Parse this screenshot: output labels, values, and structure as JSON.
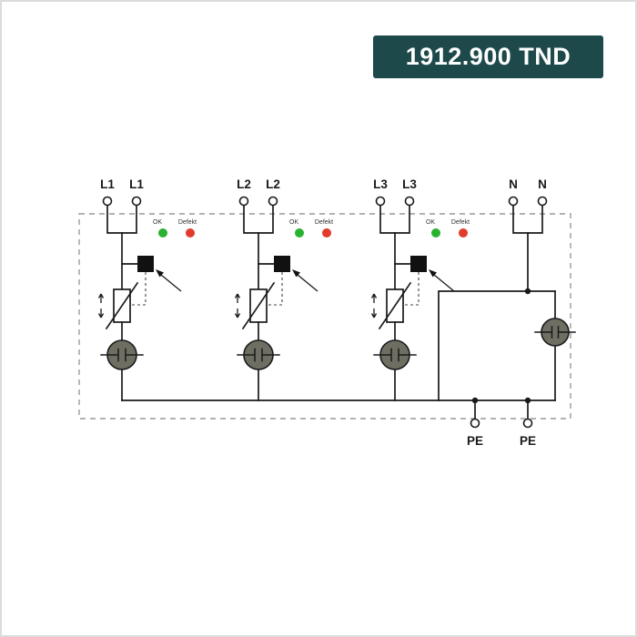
{
  "badge": {
    "text": "1912.900 TND"
  },
  "diagram": {
    "channels": [
      {
        "terminal_left": "L1",
        "terminal_right": "L1",
        "led_ok_label": "OK",
        "led_defect_label": "Defekt"
      },
      {
        "terminal_left": "L2",
        "terminal_right": "L2",
        "led_ok_label": "OK",
        "led_defect_label": "Defekt"
      },
      {
        "terminal_left": "L3",
        "terminal_right": "L3",
        "led_ok_label": "OK",
        "led_defect_label": "Defekt"
      },
      {
        "terminal_left": "N",
        "terminal_right": "N"
      }
    ],
    "ground_terminals": [
      {
        "label": "PE"
      },
      {
        "label": "PE"
      }
    ],
    "colors": {
      "badge_bg": "#1d494b",
      "badge_fg": "#ffffff",
      "led_ok": "#28b22f",
      "led_defect": "#e23a2b",
      "gdt_fill": "#6e6e63",
      "line": "#1a1a1a",
      "dashed_border": "#999999"
    }
  }
}
